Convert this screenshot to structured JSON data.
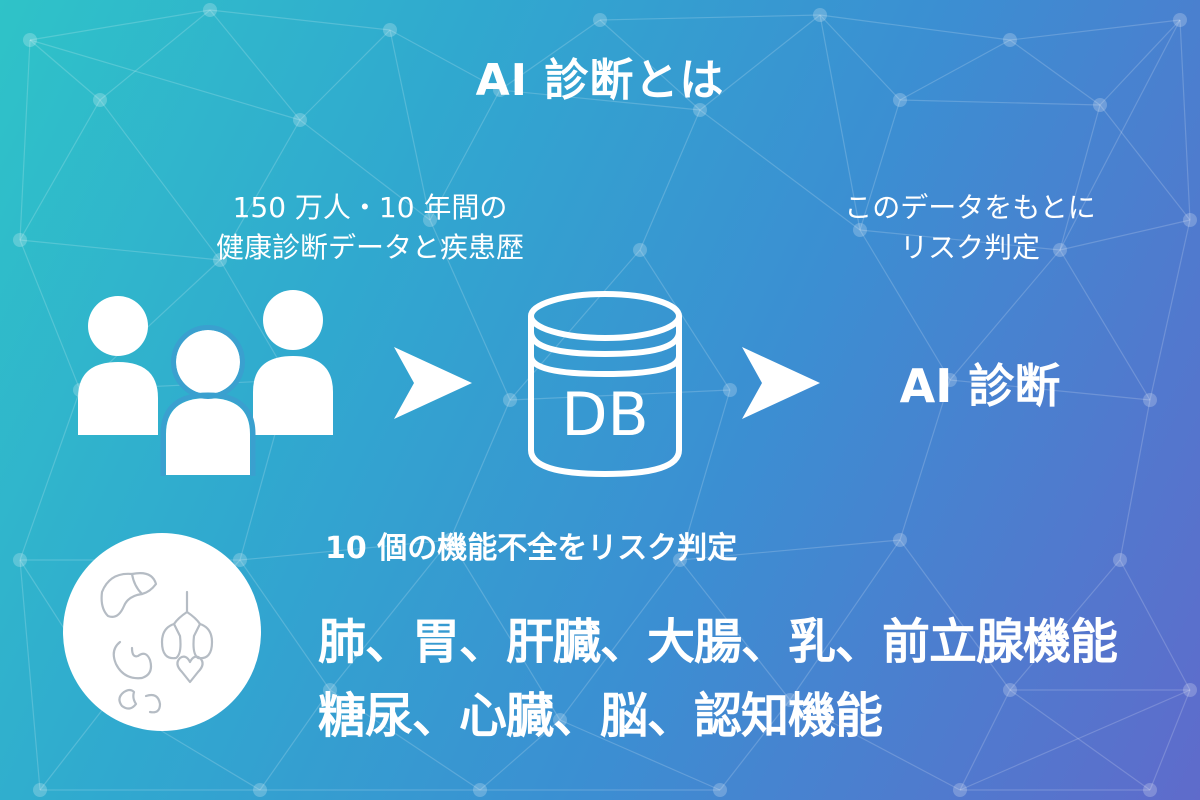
{
  "title": "AI 診断とは",
  "source_caption": {
    "line1": "150 万人・10 年間の",
    "line2": "健康診断データと疾患歴"
  },
  "result_caption": {
    "line1": "このデータをもとに",
    "line2": "リスク判定"
  },
  "db_label": "DB",
  "ai_label": "AI 診断",
  "risk_heading": "10 個の機能不全をリスク判定",
  "organ_lines": [
    "肺、胃、肝臓、大腸、乳、前立腺機能",
    "糖尿、心臓、脳、認知機能"
  ],
  "colors": {
    "gradient_start": "#2fc3c8",
    "gradient_end": "#5f6bcb",
    "foreground": "#ffffff",
    "organ_stroke": "#b5bcc4"
  },
  "icons": [
    "people-icon",
    "arrow-right-icon",
    "database-icon",
    "organs-icon"
  ]
}
